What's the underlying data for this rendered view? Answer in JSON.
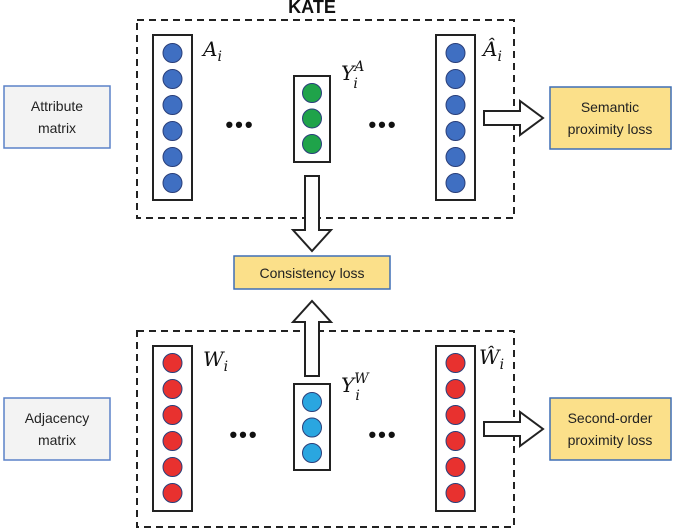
{
  "title": "KATE",
  "inputs": {
    "attribute": [
      "Attribute",
      "matrix"
    ],
    "adjacency": [
      "Adjacency",
      "matrix"
    ]
  },
  "losses": {
    "semantic": [
      "Semantic",
      "proximity loss"
    ],
    "consistency": "Consistency loss",
    "second_order": [
      "Second-order",
      "proximity loss"
    ]
  },
  "top_block": {
    "input_label": "A",
    "output_label": "Â",
    "code_label": "Y",
    "code_superscript": "A",
    "subscript": "i",
    "input_nodes": 6,
    "code_nodes": 3,
    "output_nodes": 6,
    "ellipsis": "•••"
  },
  "bottom_block": {
    "input_label": "W",
    "output_label": "Ŵ",
    "code_label": "Y",
    "code_superscript": "W",
    "subscript": "i",
    "input_nodes": 6,
    "code_nodes": 3,
    "output_nodes": 6,
    "ellipsis": "•••"
  },
  "colors": {
    "blue_node": "#3f6fc2",
    "green_node": "#1fa34a",
    "red_node": "#e8312f",
    "cyan_node": "#2aa6e0",
    "loss_fill": "#fbe08a",
    "loss_border": "#3f6fb5",
    "input_fill": "#f3f3f3",
    "input_border": "#5b82c8"
  }
}
